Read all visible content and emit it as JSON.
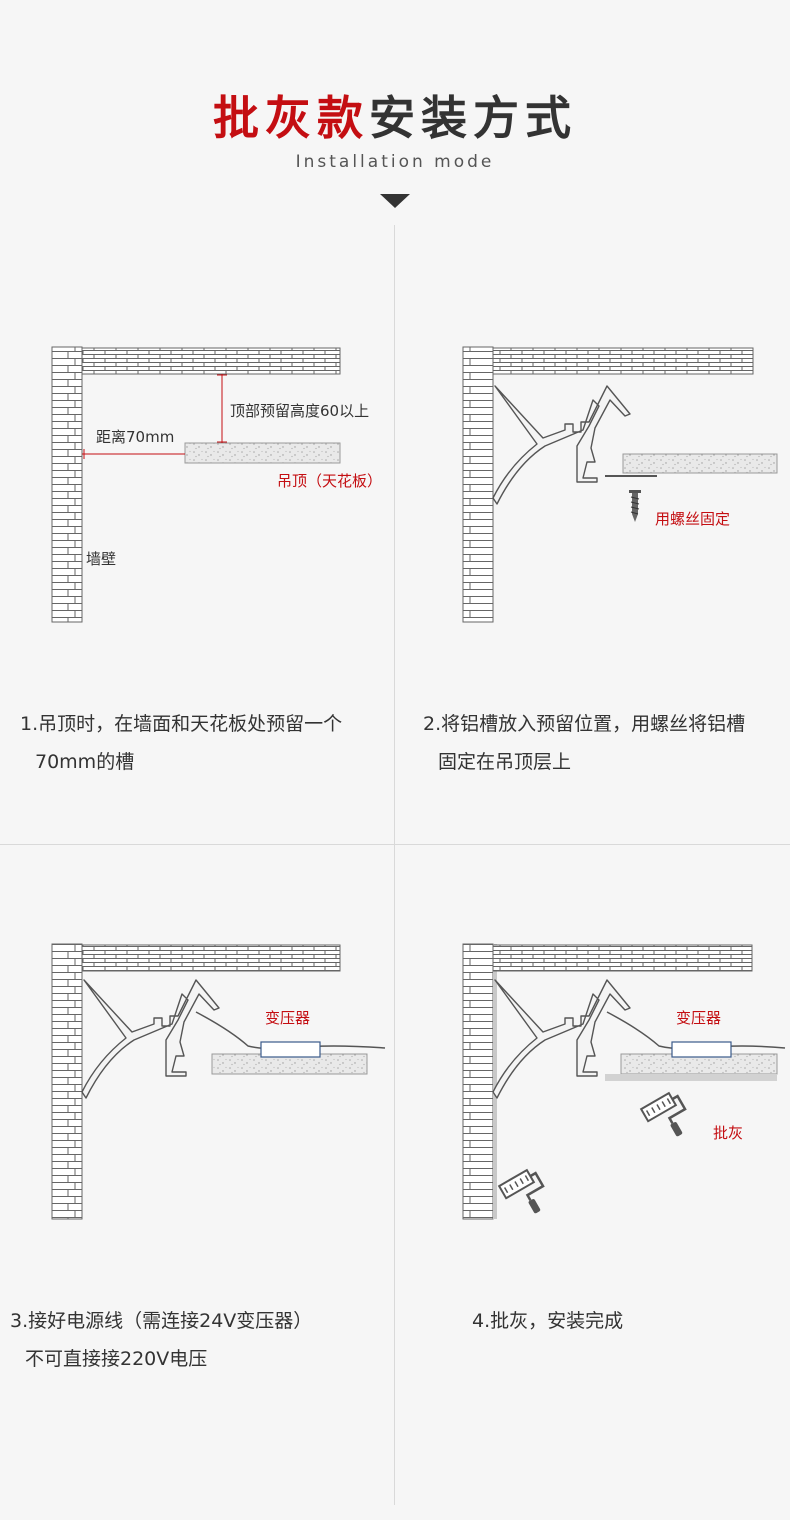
{
  "header": {
    "title_red": "批灰款",
    "title_dark": "安装方式",
    "subtitle": "Installation mode"
  },
  "steps": [
    {
      "caption_line1": "1.吊顶时，在墙面和天花板处预留一个",
      "caption_line2": "70mm的槽",
      "labels": {
        "height": "顶部预留高度60以上",
        "distance": "距离70mm",
        "ceiling": "吊顶（天花板）",
        "wall": "墙壁"
      }
    },
    {
      "caption_line1": "2.将铝槽放入预留位置，用螺丝将铝槽",
      "caption_line2": "固定在吊顶层上",
      "labels": {
        "screw": "用螺丝固定"
      }
    },
    {
      "caption_line1": "3.接好电源线（需连接24V变压器）",
      "caption_line2": "不可直接接220V电压",
      "labels": {
        "transformer": "变压器"
      }
    },
    {
      "caption_line1": "4.批灰，安装完成",
      "caption_line2": "",
      "labels": {
        "transformer": "变压器",
        "plaster": "批灰"
      }
    }
  ],
  "colors": {
    "accent": "#c40e12",
    "text": "#333333",
    "line": "#555555"
  }
}
